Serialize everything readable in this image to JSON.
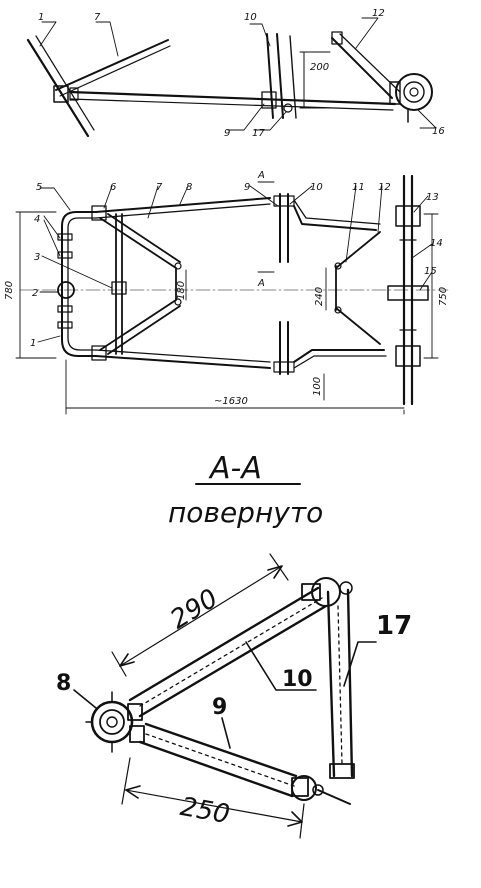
{
  "side_view": {
    "labels": [
      "1",
      "7",
      "10",
      "12",
      "9",
      "17",
      "16"
    ],
    "dim_200": "200"
  },
  "plan_view": {
    "labels": [
      "5",
      "6",
      "7",
      "8",
      "9",
      "10",
      "11",
      "12",
      "13",
      "4",
      "3",
      "2",
      "1",
      "14",
      "15"
    ],
    "section_mark": "А",
    "dim_780": "780",
    "dim_180": "180",
    "dim_240": "240",
    "dim_750": "750",
    "dim_100": "100",
    "dim_1630": "~1630"
  },
  "section_view": {
    "title": "А-А",
    "subtitle": "повернуто",
    "labels": {
      "l8": "8",
      "l9": "9",
      "l10": "10",
      "l17": "17"
    },
    "dim_290": "290",
    "dim_250": "250"
  }
}
